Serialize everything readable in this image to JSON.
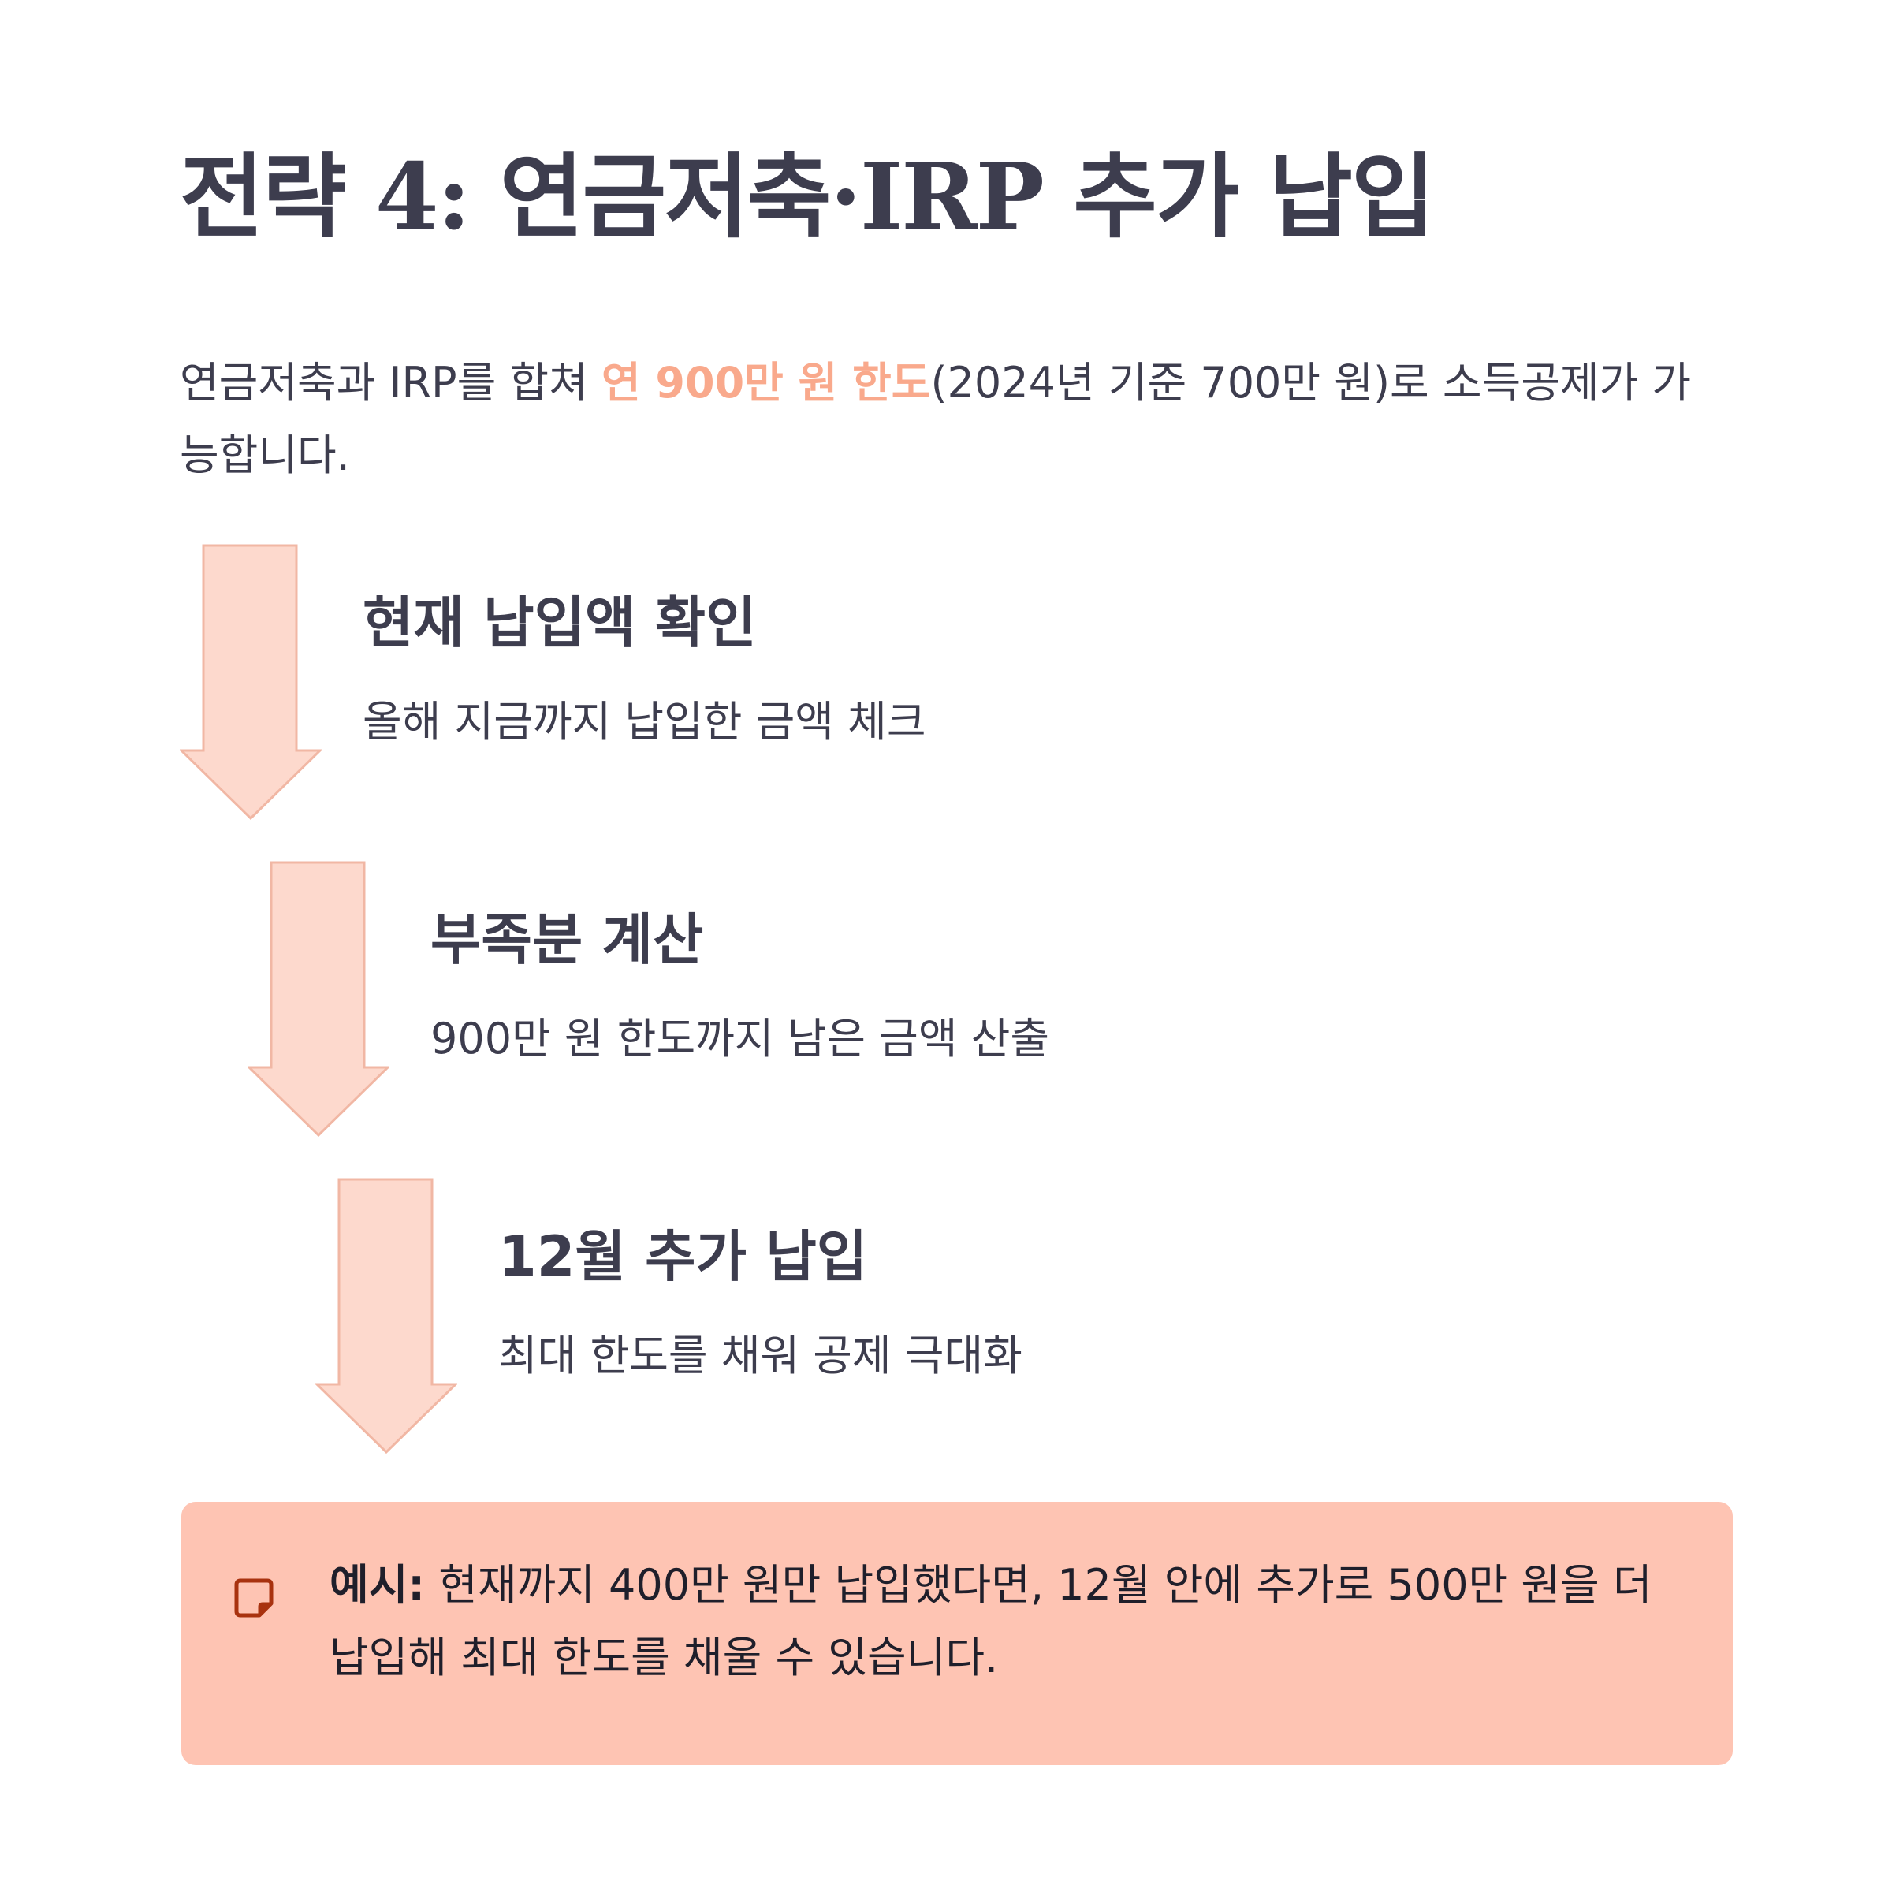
{
  "title": "전략 4: 연금저축·IRP 추가 납입",
  "intro": {
    "before": "연금저축과 IRP를 합쳐 ",
    "highlight": "연 900만 원 한도",
    "after": "(2024년 기준 700만 원)로 소득공제가 가능합니다."
  },
  "steps": [
    {
      "title": "현재 납입액 확인",
      "description": "올해 지금까지 납입한 금액 체크"
    },
    {
      "title": "부족분 계산",
      "description": "900만 원 한도까지 남은 금액 산출"
    },
    {
      "title": "12월 추가 납입",
      "description": "최대 한도를 채워 공제 극대화"
    }
  ],
  "callout": {
    "icon": "note-icon",
    "lead": "예시:",
    "text": " 현재까지 400만 원만 납입했다면, 12월 안에 추가로 500만 원을 더 납입해 최대 한도를 채울 수 있습니다."
  },
  "colors": {
    "text": "#3d3d4e",
    "highlight": "#f9a98c",
    "arrow_fill": "#fdd9cd",
    "arrow_stroke": "#f1b7a4",
    "callout_bg": "#fec4b3",
    "callout_icon": "#a8320f"
  }
}
